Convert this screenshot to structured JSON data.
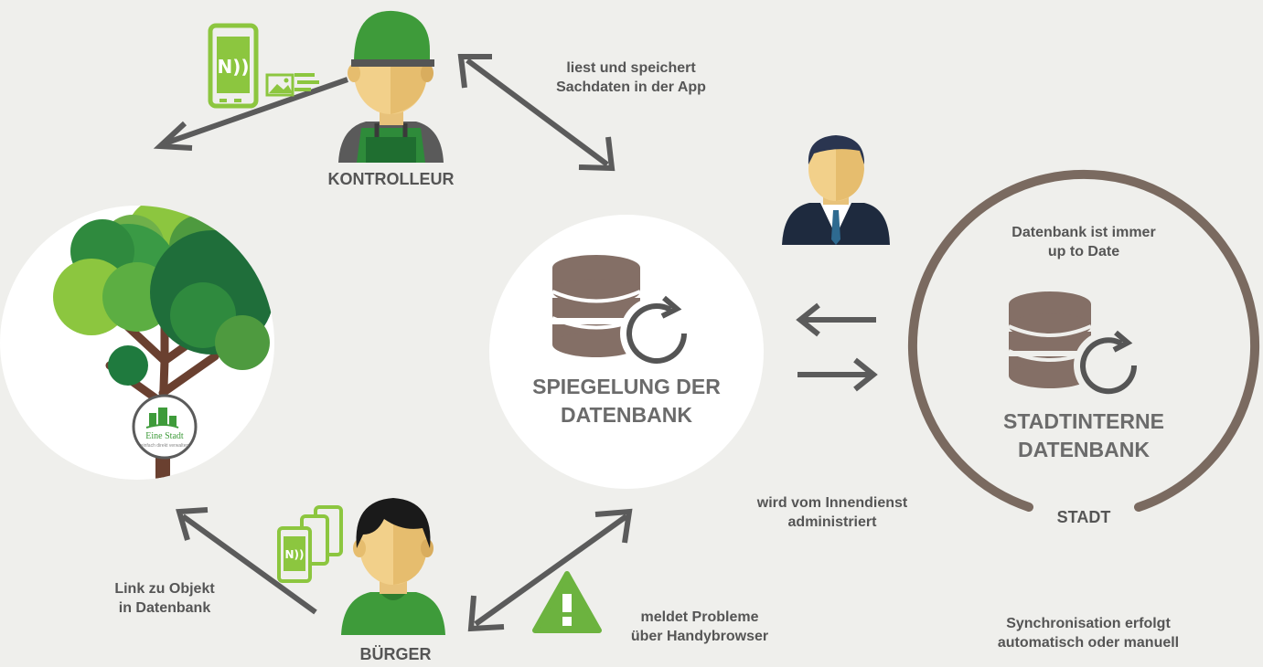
{
  "actors": {
    "kontrolleur": "KONTROLLEUR",
    "buerger": "BÜRGER",
    "stadt": "STADT"
  },
  "databases": {
    "mirror": {
      "line1": "SPIEGELUNG DER",
      "line2": "DATENBANK"
    },
    "internal": {
      "line1": "STADTINTERNE",
      "line2": "DATENBANK",
      "note_line1": "Datenbank ist  immer",
      "note_line2": "up to Date"
    }
  },
  "annotations": {
    "kontrolleur_action": {
      "line1": "liest und speichert",
      "line2": "Sachdaten in der App"
    },
    "buerger_action": {
      "line1": "meldet Probleme",
      "line2": "über Handybrowser"
    },
    "link": {
      "line1": "Link zu Objekt",
      "line2": "in Datenbank"
    },
    "admin": {
      "line1": "wird vom Innendienst",
      "line2": "administriert"
    },
    "sync": {
      "line1": "Synchronisation erfolgt",
      "line2": "automatisch oder manuell"
    }
  },
  "badge": {
    "line1": "Eine Stadt",
    "line2": "einfach direkt verwalten"
  },
  "colors": {
    "background": "#efefec",
    "arrow": "#5b5b5b",
    "brand_green": "#3e9b3a",
    "light_green": "#8cc63f",
    "dark_green": "#1f6e3a",
    "brown_ring": "#7a6a60",
    "db_brown": "#846f66",
    "warning_green": "#6cb33f",
    "suit_navy": "#1e2a3e",
    "text": "#555555"
  },
  "icons": [
    "tree-illustration",
    "nfc-phone-icon",
    "image-message-icon",
    "nfc-phones-icon",
    "database-sync-icon",
    "warning-icon",
    "controller-avatar",
    "citizen-avatar",
    "admin-avatar"
  ]
}
